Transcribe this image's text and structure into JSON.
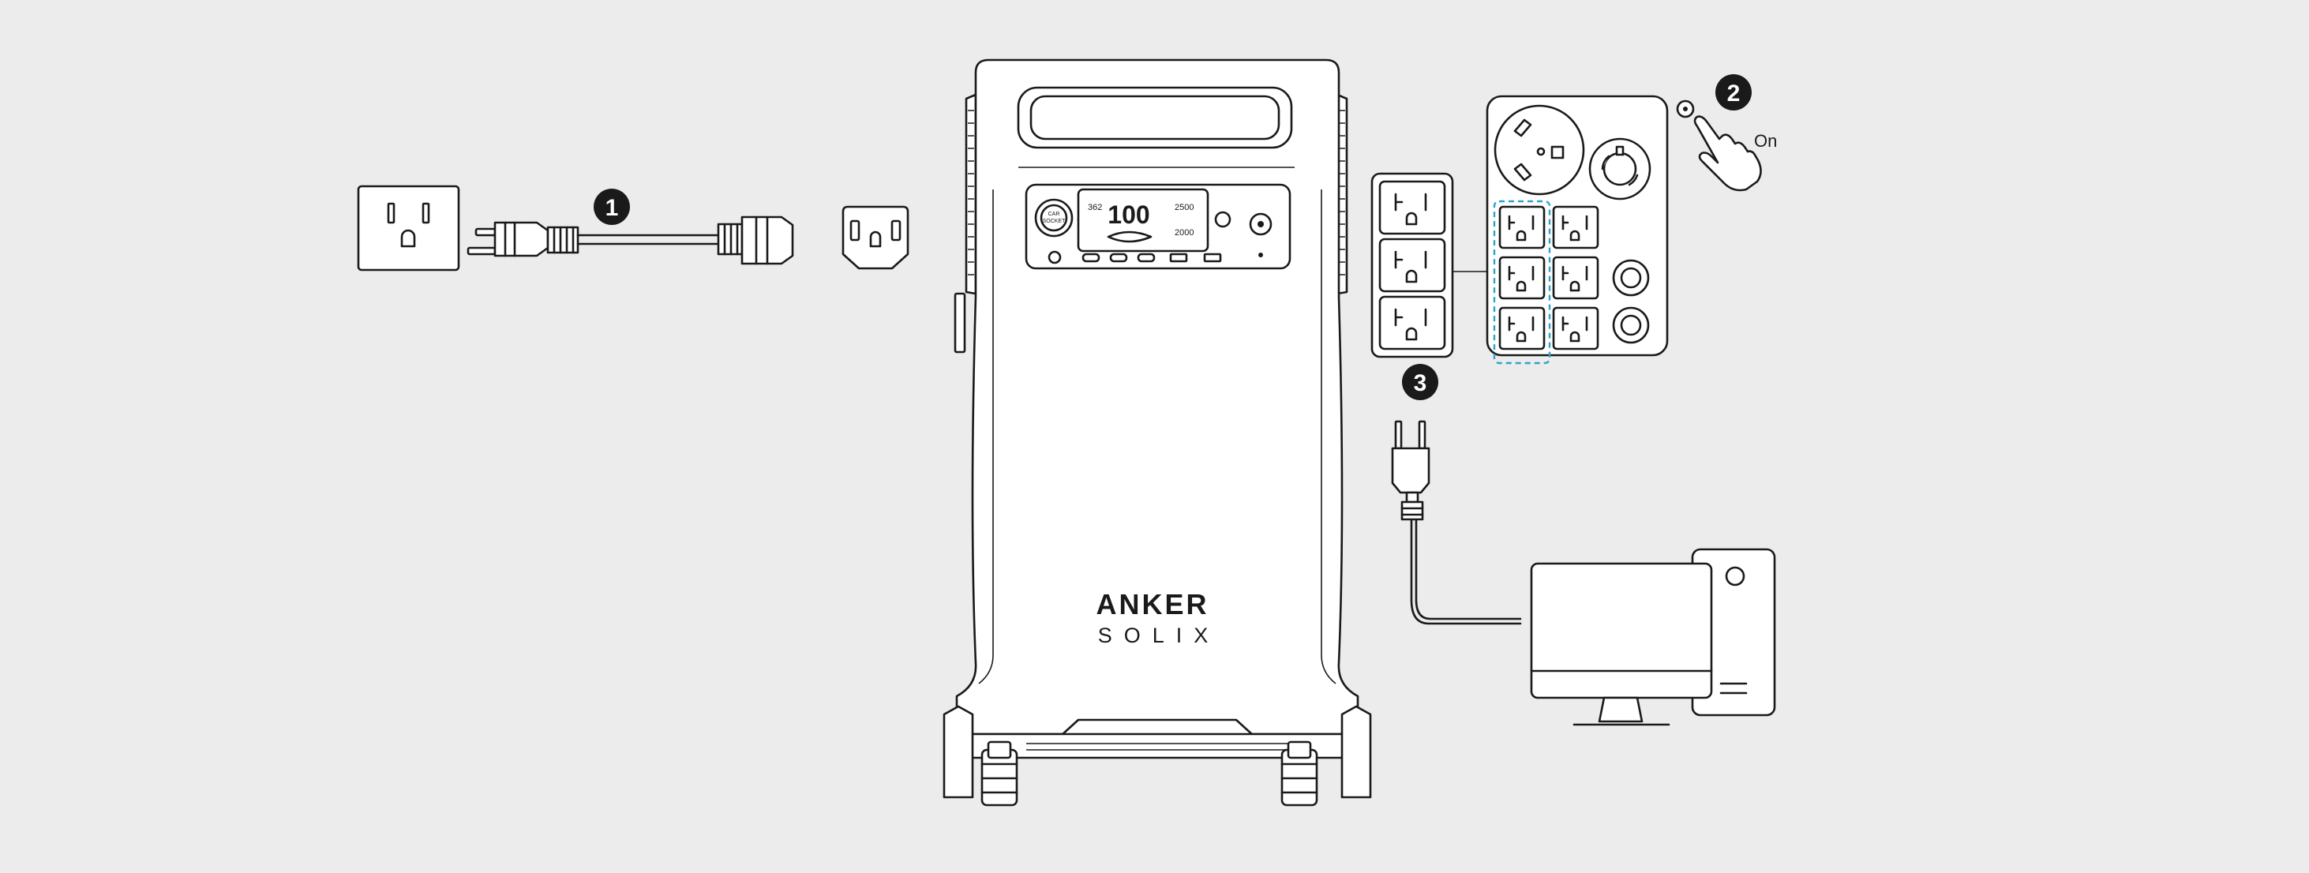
{
  "steps": [
    {
      "number": "1"
    },
    {
      "number": "2",
      "label": "On"
    },
    {
      "number": "3"
    }
  ],
  "device": {
    "brand_line1": "ANKER",
    "brand_line2": "SOLIX",
    "power_button_text": [
      "CAR",
      "SOCKET"
    ],
    "display_value": "100"
  },
  "colors": {
    "background": "#ececec",
    "line": "#1a1a1a",
    "highlight_dashed": "#2ea3c9"
  },
  "icons": [
    "wall-outlet-icon",
    "ac-power-cord-icon",
    "ac-input-port-icon",
    "power-station-icon",
    "outlet-panel-icon",
    "press-hand-icon",
    "plug-icon",
    "desktop-computer-icon"
  ]
}
